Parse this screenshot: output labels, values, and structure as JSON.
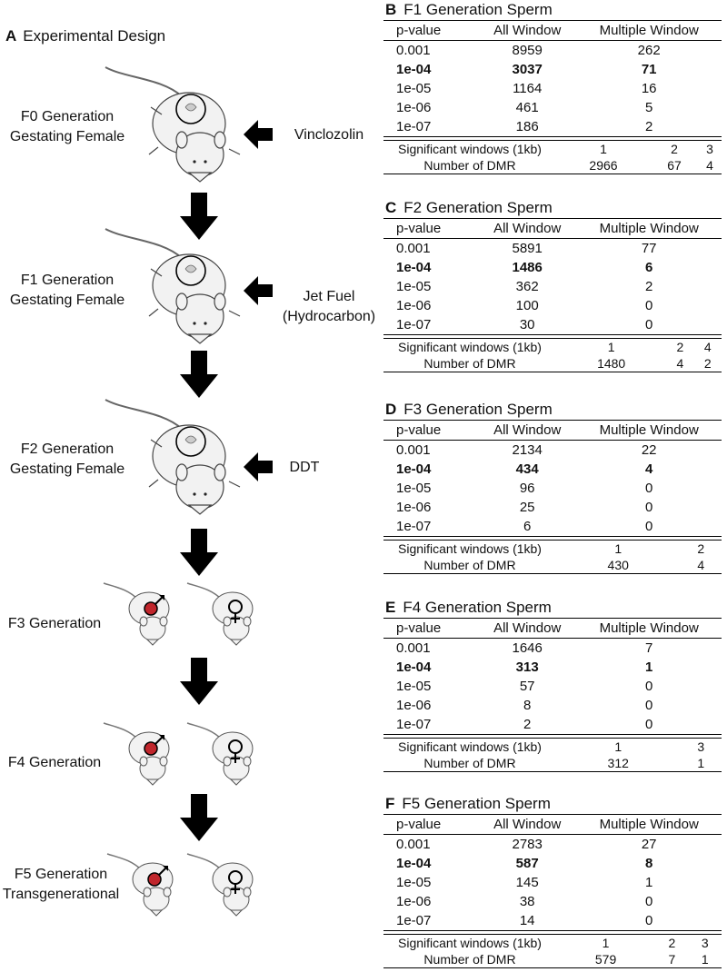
{
  "panel_a": {
    "letter": "A",
    "title": "Experimental Design",
    "generations": [
      {
        "label_line1": "F0 Generation",
        "label_line2": "Gestating Female",
        "exposure_line1": "Vinclozolin",
        "exposure_line2": ""
      },
      {
        "label_line1": "F1 Generation",
        "label_line2": "Gestating Female",
        "exposure_line1": "Jet Fuel",
        "exposure_line2": "(Hydrocarbon)"
      },
      {
        "label_line1": "F2 Generation",
        "label_line2": "Gestating Female",
        "exposure_line1": "DDT",
        "exposure_line2": ""
      },
      {
        "label_line1": "F3 Generation",
        "label_line2": ""
      },
      {
        "label_line1": "F4 Generation",
        "label_line2": ""
      },
      {
        "label_line1": "F5 Generation",
        "label_line2": "Transgenerational"
      }
    ]
  },
  "header": {
    "pvalue": "p-value",
    "all": "All Window",
    "multiple": "Multiple Window"
  },
  "sig_label": "Significant windows (1kb)",
  "dmr_label": "Number of DMR",
  "panels": [
    {
      "letter": "B",
      "title": "F1 Generation Sperm",
      "rows": [
        [
          "0.001",
          "8959",
          "262"
        ],
        [
          "1e-04",
          "3037",
          "71"
        ],
        [
          "1e-05",
          "1164",
          "16"
        ],
        [
          "1e-06",
          "461",
          "5"
        ],
        [
          "1e-07",
          "186",
          "2"
        ]
      ],
      "sig": [
        "1",
        "2",
        "3"
      ],
      "dmr": [
        "2966",
        "67",
        "4"
      ]
    },
    {
      "letter": "C",
      "title": "F2 Generation Sperm",
      "rows": [
        [
          "0.001",
          "5891",
          "77"
        ],
        [
          "1e-04",
          "1486",
          "6"
        ],
        [
          "1e-05",
          "362",
          "2"
        ],
        [
          "1e-06",
          "100",
          "0"
        ],
        [
          "1e-07",
          "30",
          "0"
        ]
      ],
      "sig": [
        "1",
        "2",
        "4"
      ],
      "dmr": [
        "1480",
        "4",
        "2"
      ]
    },
    {
      "letter": "D",
      "title": "F3 Generation Sperm",
      "rows": [
        [
          "0.001",
          "2134",
          "22"
        ],
        [
          "1e-04",
          "434",
          "4"
        ],
        [
          "1e-05",
          "96",
          "0"
        ],
        [
          "1e-06",
          "25",
          "0"
        ],
        [
          "1e-07",
          "6",
          "0"
        ]
      ],
      "sig": [
        "1",
        "2"
      ],
      "dmr": [
        "430",
        "4"
      ]
    },
    {
      "letter": "E",
      "title": "F4 Generation Sperm",
      "rows": [
        [
          "0.001",
          "1646",
          "7"
        ],
        [
          "1e-04",
          "313",
          "1"
        ],
        [
          "1e-05",
          "57",
          "0"
        ],
        [
          "1e-06",
          "8",
          "0"
        ],
        [
          "1e-07",
          "2",
          "0"
        ]
      ],
      "sig": [
        "1",
        "3"
      ],
      "dmr": [
        "312",
        "1"
      ]
    },
    {
      "letter": "F",
      "title": "F5 Generation Sperm",
      "rows": [
        [
          "0.001",
          "2783",
          "27"
        ],
        [
          "1e-04",
          "587",
          "8"
        ],
        [
          "1e-05",
          "145",
          "1"
        ],
        [
          "1e-06",
          "38",
          "0"
        ],
        [
          "1e-07",
          "14",
          "0"
        ]
      ],
      "sig": [
        "1",
        "2",
        "3"
      ],
      "dmr": [
        "579",
        "7",
        "1"
      ]
    }
  ],
  "colors": {
    "male_dot": "#c0262c",
    "arrow": "#000000"
  }
}
